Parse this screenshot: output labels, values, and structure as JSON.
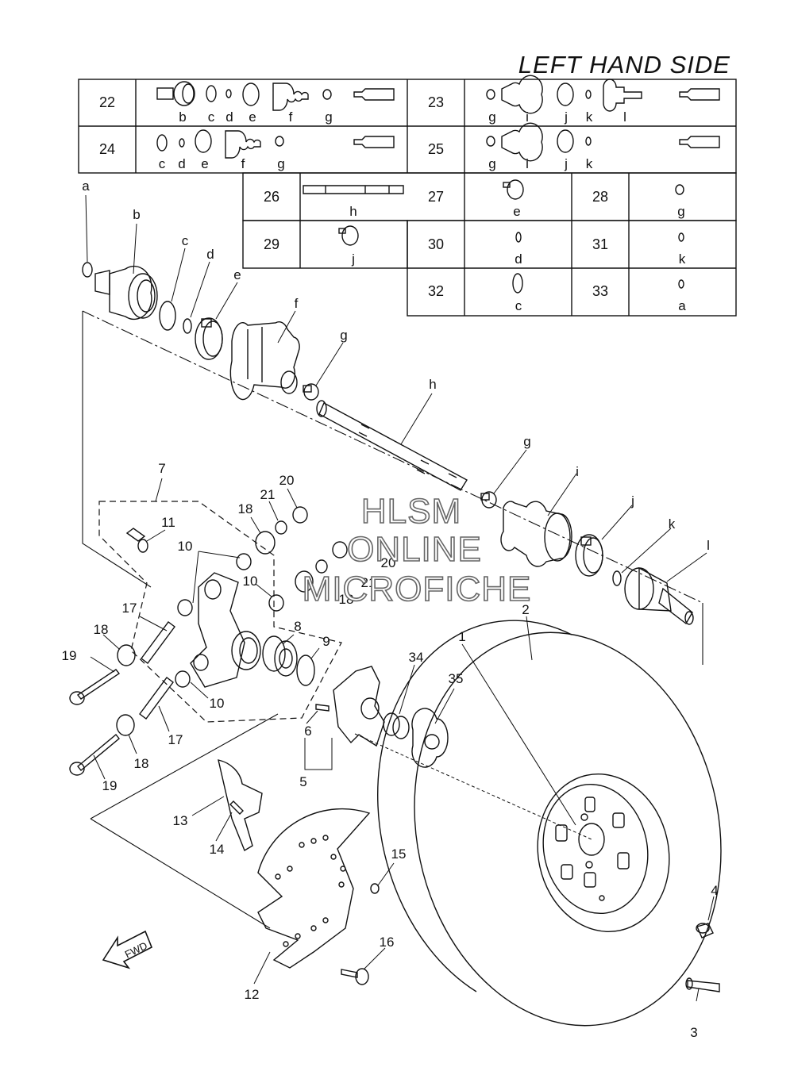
{
  "title": "LEFT HAND SIDE",
  "watermark": [
    "HLSM",
    "ONLINE",
    "MICROFICHE"
  ],
  "fwd": "FWD",
  "kits_top": [
    {
      "num": "22",
      "letters": [
        "b",
        "c",
        "d",
        "e",
        "f",
        "g"
      ]
    },
    {
      "num": "23",
      "letters": [
        "g",
        "i",
        "j",
        "k",
        "l"
      ]
    },
    {
      "num": "24",
      "letters": [
        "c",
        "d",
        "e",
        "f",
        "g"
      ]
    },
    {
      "num": "25",
      "letters": [
        "g",
        "i",
        "j",
        "k"
      ]
    }
  ],
  "kits_small": [
    {
      "num": "26",
      "letter": "h"
    },
    {
      "num": "27",
      "letter": "e"
    },
    {
      "num": "28",
      "letter": "g"
    },
    {
      "num": "29",
      "letter": "j"
    },
    {
      "num": "30",
      "letter": "d"
    },
    {
      "num": "31",
      "letter": "k"
    },
    {
      "num": "32",
      "letter": "c"
    },
    {
      "num": "33",
      "letter": "a"
    }
  ],
  "callouts": {
    "a": "a",
    "b": "b",
    "c": "c",
    "d": "d",
    "e": "e",
    "f": "f",
    "g1": "g",
    "h": "h",
    "g2": "g",
    "i": "i",
    "j": "j",
    "k": "k",
    "l": "l",
    "n1": "1",
    "n2": "2",
    "n3": "3",
    "n4": "4",
    "n5": "5",
    "n6": "6",
    "n7": "7",
    "n8": "8",
    "n9": "9",
    "n10a": "10",
    "n10b": "10",
    "n10c": "10",
    "n11": "11",
    "n12": "12",
    "n13": "13",
    "n14": "14",
    "n15": "15",
    "n16": "16",
    "n17a": "17",
    "n17b": "17",
    "n18a": "18",
    "n18b": "18",
    "n18c": "18",
    "n18d": "18",
    "n19a": "19",
    "n19b": "19",
    "n20a": "20",
    "n20b": "20",
    "n21a": "21",
    "n21b": "21",
    "n34": "34",
    "n35": "35"
  }
}
